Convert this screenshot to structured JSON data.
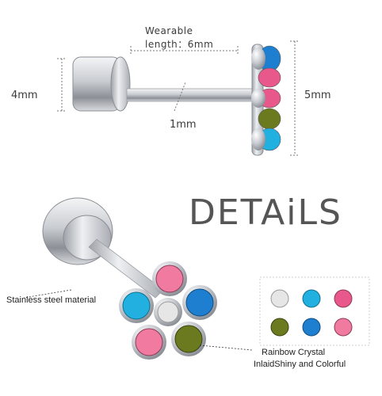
{
  "dimensions": {
    "wearable_line1": "Wearable",
    "wearable_line2": "length：6mm",
    "height_left": "4mm",
    "height_right": "5mm",
    "bar_diameter": "1mm"
  },
  "heading": "DETAiLS",
  "callouts": {
    "steel": "Stainless steel material",
    "crystal_line1": "Rainbow Crystal",
    "crystal_line2": "InlaidShiny and Colorful"
  },
  "colors": {
    "steel": "#c9ccd1",
    "crystal_colors": [
      "#e6e6e6",
      "#22b0e0",
      "#e8588b",
      "#6b7a1e",
      "#1e7ed0",
      "#f07aa0"
    ]
  }
}
